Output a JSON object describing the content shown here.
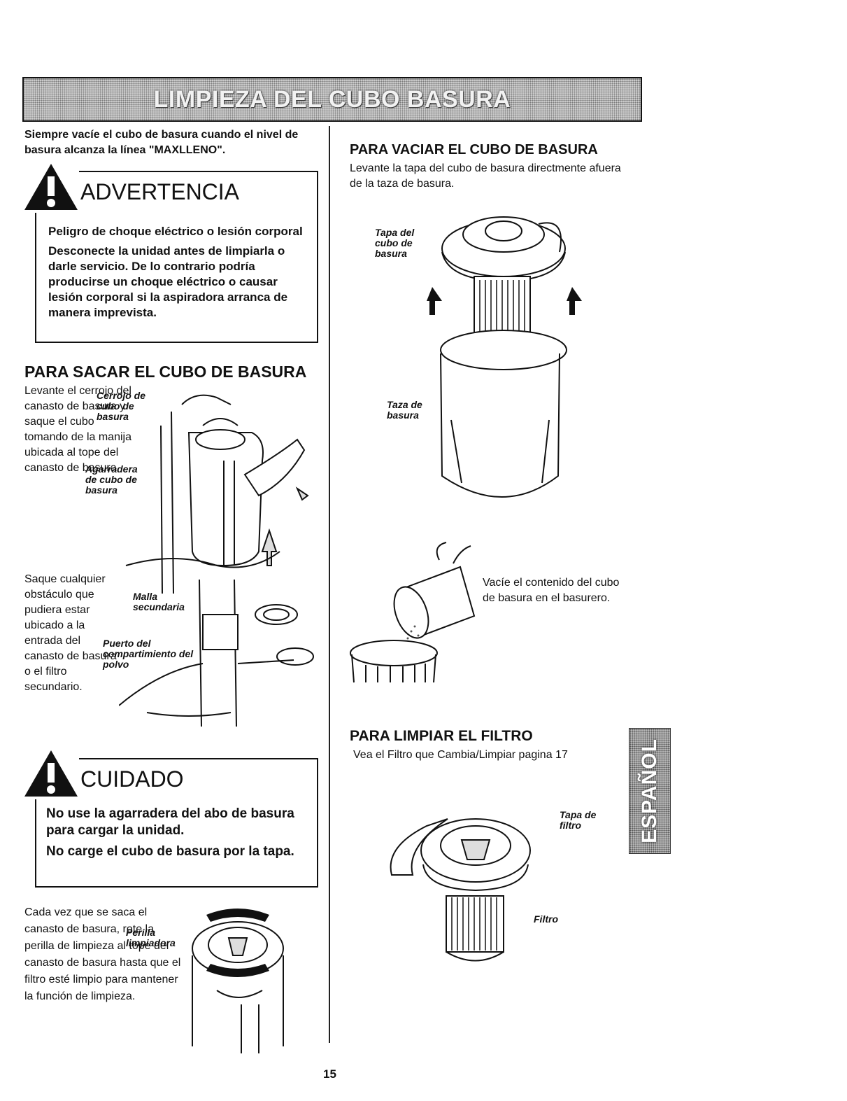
{
  "banner": {
    "title": "LIMPIEZA DEL CUBO BASURA"
  },
  "intro": "Siempre vacíe el cubo de basura cuando el nivel de basura alcanza la línea \"MAXLLENO\".",
  "advertencia": {
    "title": "ADVERTENCIA",
    "line1": "Peligro de choque eléctrico o lesión corporal",
    "line2": "Desconecte la unidad antes de limpiarla o darle servicio. De lo contrario podría producirse un choque eléctrico o causar lesión corporal si la aspiradora arranca de manera imprevista."
  },
  "sacar": {
    "heading": "PARA SACAR EL CUBO DE BASURA",
    "text1": "Levante el cerrojo del canasto de basura y saque el cubo tomando de la manija ubicada al tope del canasto de basura.",
    "label_cerrojo": "Cerrojo de cubo de basura",
    "label_agarradera": "Agarradera de cubo de basura",
    "text2": "Saque cualquier obstáculo que pudiera estar ubicado a la entrada del canasto de basura o el filtro secundario.",
    "label_malla": "Malla secundaria",
    "label_puerto": "Puerto del compartimiento del polvo"
  },
  "cuidado": {
    "title": "CUIDADO",
    "line1": "No use la agarradera del abo de basura para cargar la unidad.",
    "line2": "No carge el cubo de basura por la tapa."
  },
  "perilla": {
    "text": "Cada vez que se saca el canasto de basura, rote la perilla de limpieza al tope del canasto de basura hasta que el filtro esté limpio para mantener la función de limpieza.",
    "label": "Perilla limpiadora"
  },
  "vaciar": {
    "heading": "PARA VACIAR EL CUBO DE BASURA",
    "text": "Levante la tapa del cubo de basura directmente afuera de la taza de basura.",
    "label_tapa": "Tapa del cubo de basura",
    "label_taza": "Taza de basura",
    "text2": "Vacíe el contenido del cubo de basura en el basurero."
  },
  "filtro": {
    "heading": "PARA LIMPIAR EL FILTRO",
    "text": "Vea el Filtro que Cambia/Limpiar pagina 17",
    "label_tapa": "Tapa de filtro",
    "label_filtro": "Filtro"
  },
  "side_tab": "ESPAÑOL",
  "page_number": "15"
}
